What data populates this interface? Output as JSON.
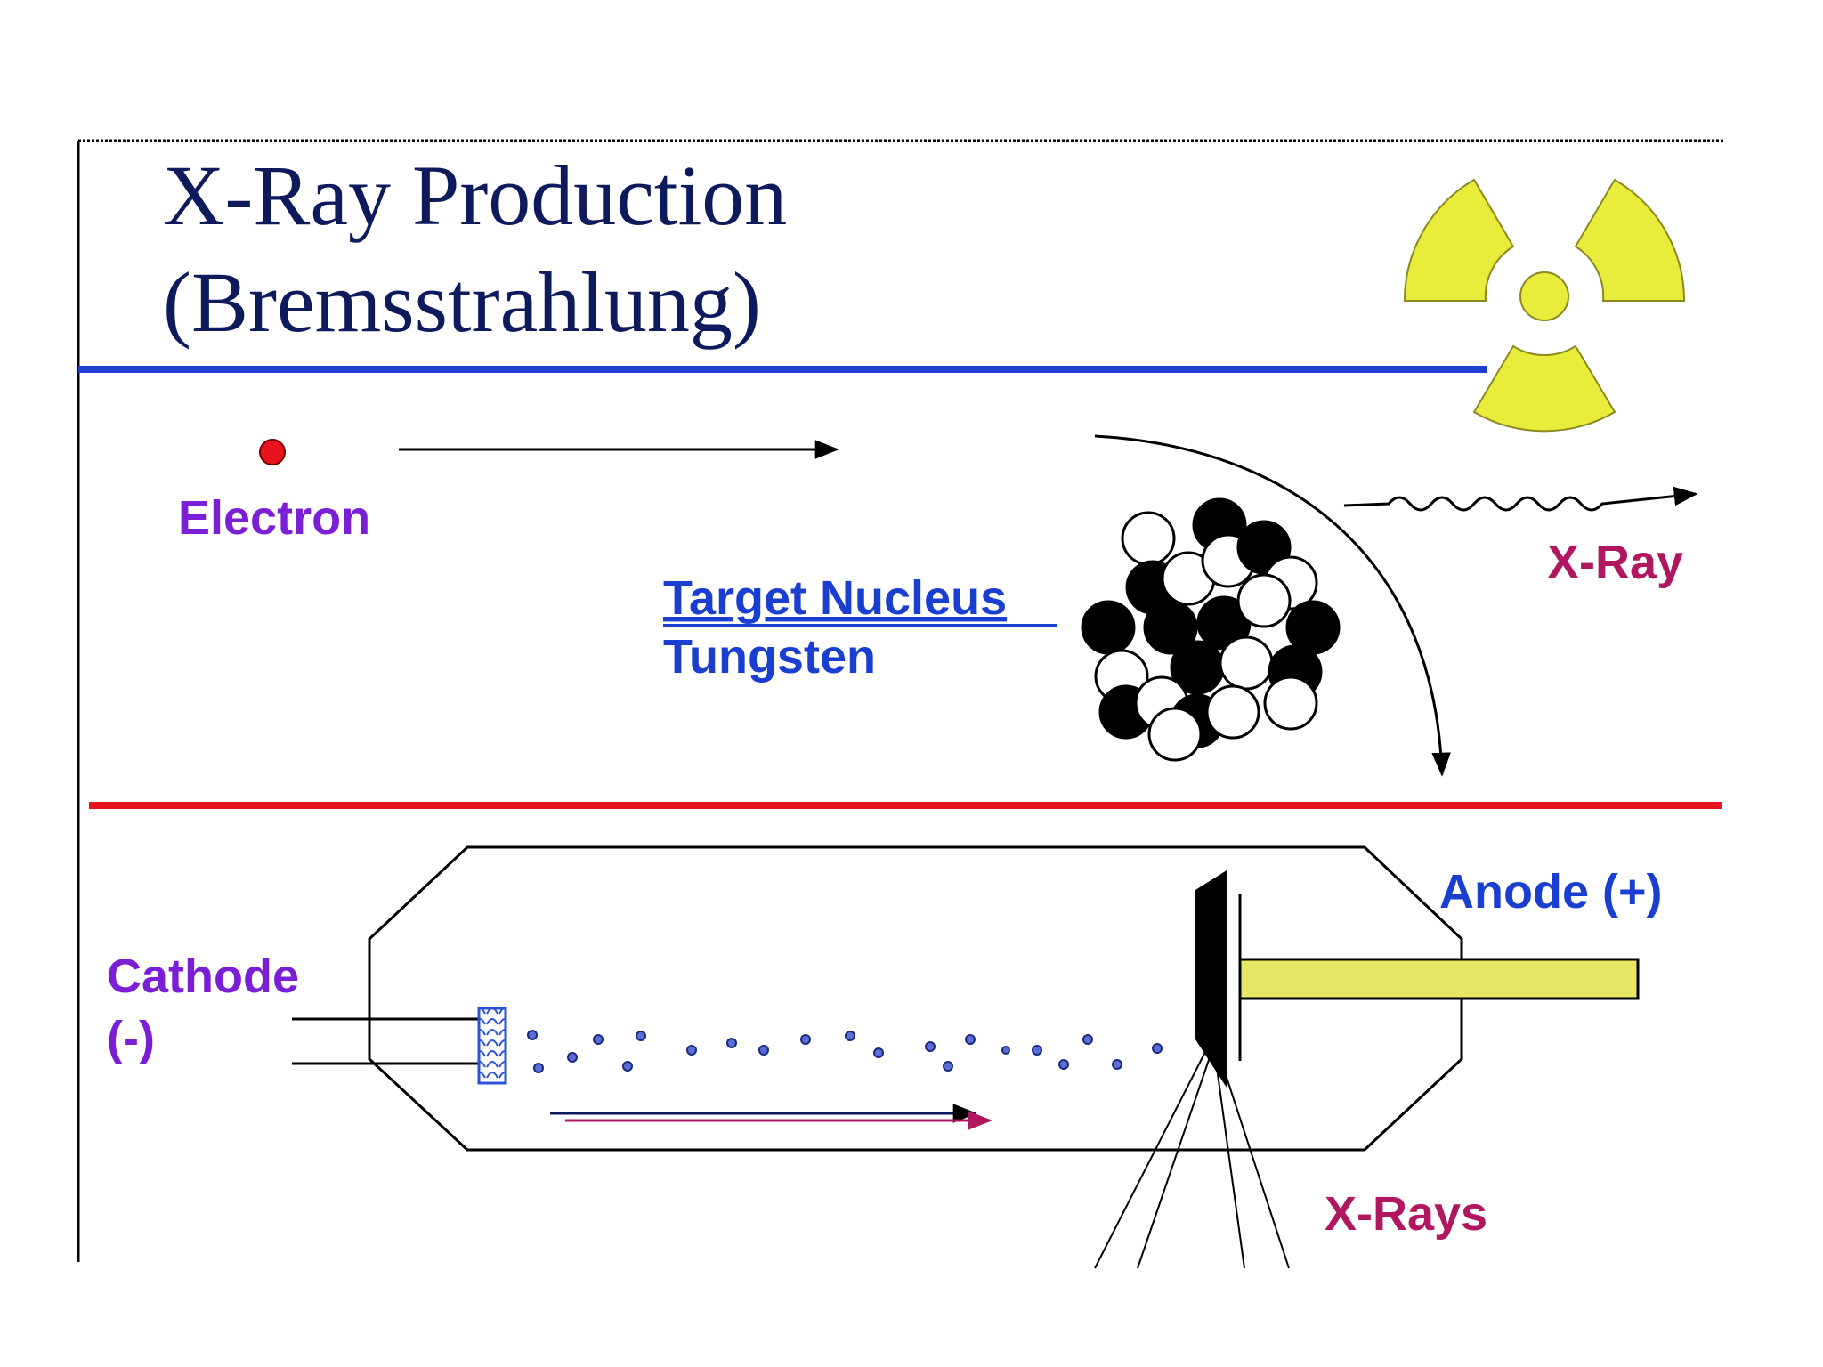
{
  "title": {
    "line1": "X-Ray Production",
    "line2": "(Bremsstrahlung)"
  },
  "labels": {
    "electron": "Electron",
    "target_nucleus": "Target Nucleus",
    "tungsten": "Tungsten",
    "xray": "X-Ray",
    "anode": "Anode (+)",
    "cathode_line1": "Cathode",
    "cathode_line2": "(-)",
    "xrays": "X-Rays"
  },
  "icons": {
    "radiation": "radiation-trefoil-icon"
  },
  "colors": {
    "title": "#0d1a5c",
    "electron_label": "#7a1fd6",
    "electron_dot": "#e8121c",
    "nucleus_label": "#1a3fd0",
    "xray_label": "#b0175e",
    "anode_label": "#1a3fd0",
    "cathode_label": "#7a1fd6",
    "blue_divider": "#1f3fd1",
    "red_divider": "#e8121c",
    "trefoil": "#e8ec3a",
    "anode_rod": "#e6e865"
  }
}
